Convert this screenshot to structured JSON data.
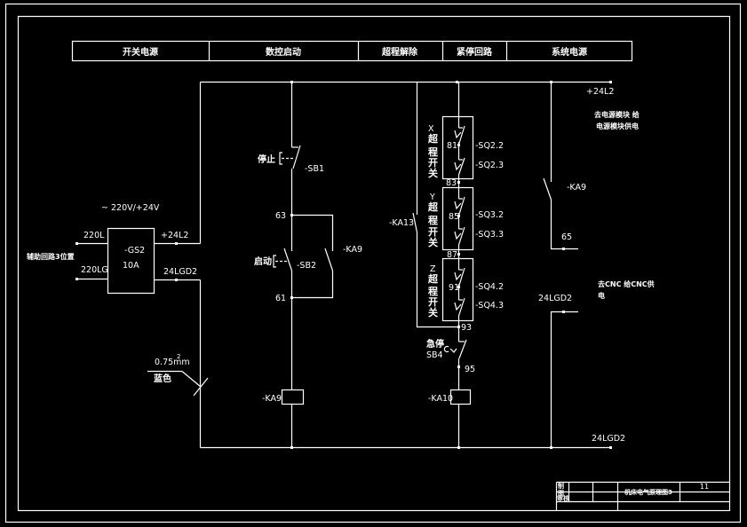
{
  "header_sections": [
    "开关电源",
    "数控启动",
    "超程解除",
    "紧停回路",
    "系统电源"
  ],
  "power_supply": {
    "title": "~ 220V/+24V",
    "name": "-GS2",
    "rating": "10A",
    "in_l": "220L",
    "in_lg": "220LG",
    "out_pos": "+24L2",
    "out_neg": "24LGD2",
    "source_note": "辅助回路3位置"
  },
  "wire_note": {
    "size": "0.75mm",
    "sup": "2",
    "color": "蓝色"
  },
  "start_circuit": {
    "stop_label": "停止",
    "stop_code": "-SB1",
    "start_label": "启动",
    "start_code": "-SB2",
    "hold_contact": "-KA9",
    "node_63": "63",
    "node_61": "61",
    "coil": "-KA9"
  },
  "overtravel": {
    "bypass_contact": "-KA13",
    "groups": [
      {
        "axis": "X",
        "label": [
          "超",
          "程",
          "开",
          "关"
        ],
        "top": "-SQ2.2",
        "bottom": "-SQ2.3",
        "mid_node": "81",
        "end_node": "83"
      },
      {
        "axis": "Y",
        "label": [
          "超",
          "程",
          "开",
          "关"
        ],
        "top": "-SQ3.2",
        "bottom": "-SQ3.3",
        "mid_node": "85",
        "end_node": "87"
      },
      {
        "axis": "Z",
        "label": [
          "超",
          "程",
          "开",
          "关"
        ],
        "top": "-SQ4.2",
        "bottom": "-SQ4.3",
        "mid_node": "91",
        "end_node": "93"
      }
    ],
    "estop_label": "急停",
    "estop_code": "SB4",
    "node_95": "95",
    "coil": "-KA10"
  },
  "system_power": {
    "bus_label": "+24L2",
    "note_1_line1": "去电源模块 给",
    "note_1_line2": "电源模块供电",
    "contact": "-KA9",
    "node_65": "65",
    "neg_label": "24LGD2",
    "note_2_line1": "去CNC 给CNC供",
    "note_2_line2": "电",
    "bottom_label": "24LGD2"
  },
  "title_block": {
    "row_label_1": "制",
    "row_label_2": "图",
    "row_label_3": "审核",
    "drawing_title": "机床电气原理图3",
    "sheet": "11"
  }
}
